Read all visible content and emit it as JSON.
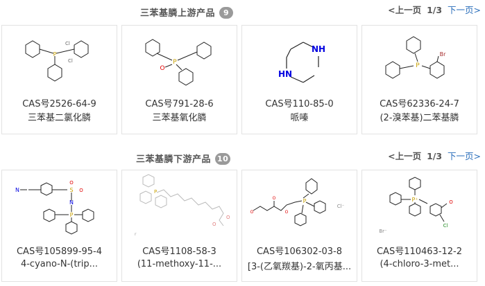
{
  "upstream": {
    "title": "三苯基膦上游产品",
    "count": "9",
    "pager": {
      "prev": "<上一页",
      "page": "1/3",
      "next": "下一页>"
    },
    "items": [
      {
        "cas": "CAS号2526-64-9",
        "name": "三苯基二氯化膦",
        "structure_labels": [
          "Cl",
          "Cl"
        ]
      },
      {
        "cas": "CAS号791-28-6",
        "name": "三苯基氧化膦",
        "structure_labels": [
          "P",
          "O"
        ]
      },
      {
        "cas": "CAS号110-85-0",
        "name": "哌嗪",
        "structure_labels": [
          "NH",
          "HN"
        ]
      },
      {
        "cas": "CAS号62336-24-7",
        "name": "(2-溴苯基)二苯基膦",
        "structure_labels": [
          "P",
          "Br"
        ]
      }
    ]
  },
  "downstream": {
    "title": "三苯基膦下游产品",
    "count": "10",
    "pager": {
      "prev": "<上一页",
      "page": "1/3",
      "next": "下一页>"
    },
    "items": [
      {
        "cas": "CAS号105899-95-4",
        "name": "4-cyano-N-(trip...",
        "structure_labels": [
          "N",
          "S",
          "O",
          "O",
          "N",
          "P"
        ]
      },
      {
        "cas": "CAS号1108-58-3",
        "name": "(11-methoxy-11-...",
        "structure_labels": [
          "P",
          "O",
          "O",
          "r"
        ]
      },
      {
        "cas": "CAS号106302-03-8",
        "name": "[3-(乙氧羰基)-2-氧丙基...",
        "structure_labels": [
          "P",
          "O",
          "O",
          "O",
          "Cl⁻"
        ]
      },
      {
        "cas": "CAS号110463-12-2",
        "name": "(4-chloro-3-met...",
        "structure_labels": [
          "P⁺",
          "O",
          "Cl",
          "Br⁻"
        ]
      }
    ]
  },
  "colors": {
    "accent_link": "#2a6ebb",
    "badge": "#9a9a9a",
    "phosphorus": "#c8a000",
    "oxygen": "#e00000",
    "nitrogen": "#0000e0",
    "bromine": "#a52a2a"
  }
}
